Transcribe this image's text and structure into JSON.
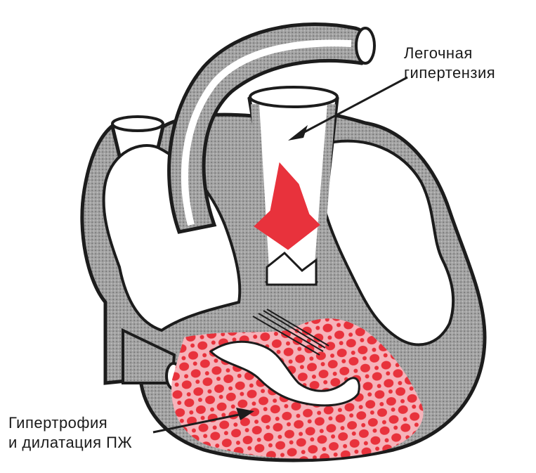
{
  "labels": {
    "pulmonary": {
      "line1": "Легочная",
      "line2": "гипертензия"
    },
    "rv": {
      "line1": "Гипертрофия",
      "line2": "и дилатация ПЖ"
    }
  },
  "colors": {
    "wall_fill": "#9a9a9a",
    "outline": "#1c1c1c",
    "highlight_red": "#e8323c",
    "rv_background": "#f2a0a8",
    "background": "#ffffff"
  },
  "icons": {
    "flow_arrow": "red-down-arrow-icon"
  }
}
